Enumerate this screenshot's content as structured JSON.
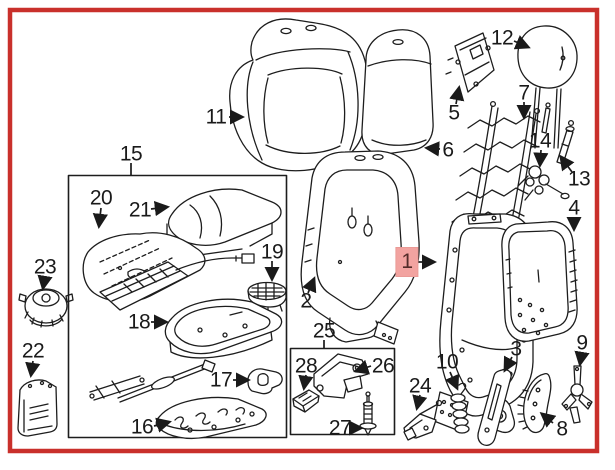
{
  "diagram": {
    "kind": "exploded-parts-diagram",
    "border_color": "#c9302b",
    "line_color": "#1d1d1d",
    "highlight": {
      "part": "1",
      "background": "#f2a3a0",
      "text_color": "#532c29"
    },
    "group_boxes": [
      "15",
      "25"
    ],
    "labels": [
      {
        "part": "1",
        "text": "1",
        "highlighted": true
      },
      {
        "part": "2",
        "text": "2",
        "highlighted": false
      },
      {
        "part": "3",
        "text": "3",
        "highlighted": false
      },
      {
        "part": "4",
        "text": "4",
        "highlighted": false
      },
      {
        "part": "5",
        "text": "5",
        "highlighted": false
      },
      {
        "part": "6",
        "text": "6",
        "highlighted": false
      },
      {
        "part": "7",
        "text": "7",
        "highlighted": false
      },
      {
        "part": "8",
        "text": "8",
        "highlighted": false
      },
      {
        "part": "9",
        "text": "9",
        "highlighted": false
      },
      {
        "part": "10",
        "text": "10",
        "highlighted": false
      },
      {
        "part": "11",
        "text": "11",
        "highlighted": false
      },
      {
        "part": "12",
        "text": "12",
        "highlighted": false
      },
      {
        "part": "13",
        "text": "13",
        "highlighted": false
      },
      {
        "part": "14",
        "text": "14",
        "highlighted": false
      },
      {
        "part": "15",
        "text": "15",
        "highlighted": false
      },
      {
        "part": "16",
        "text": "16",
        "highlighted": false
      },
      {
        "part": "17",
        "text": "17",
        "highlighted": false
      },
      {
        "part": "18",
        "text": "18",
        "highlighted": false
      },
      {
        "part": "19",
        "text": "19",
        "highlighted": false
      },
      {
        "part": "20",
        "text": "20",
        "highlighted": false
      },
      {
        "part": "21",
        "text": "21",
        "highlighted": false
      },
      {
        "part": "22",
        "text": "22",
        "highlighted": false
      },
      {
        "part": "23",
        "text": "23",
        "highlighted": false
      },
      {
        "part": "24",
        "text": "24",
        "highlighted": false
      },
      {
        "part": "25",
        "text": "25",
        "highlighted": false
      },
      {
        "part": "26",
        "text": "26",
        "highlighted": false
      },
      {
        "part": "27",
        "text": "27",
        "highlighted": false
      },
      {
        "part": "28",
        "text": "28",
        "highlighted": false
      }
    ]
  }
}
